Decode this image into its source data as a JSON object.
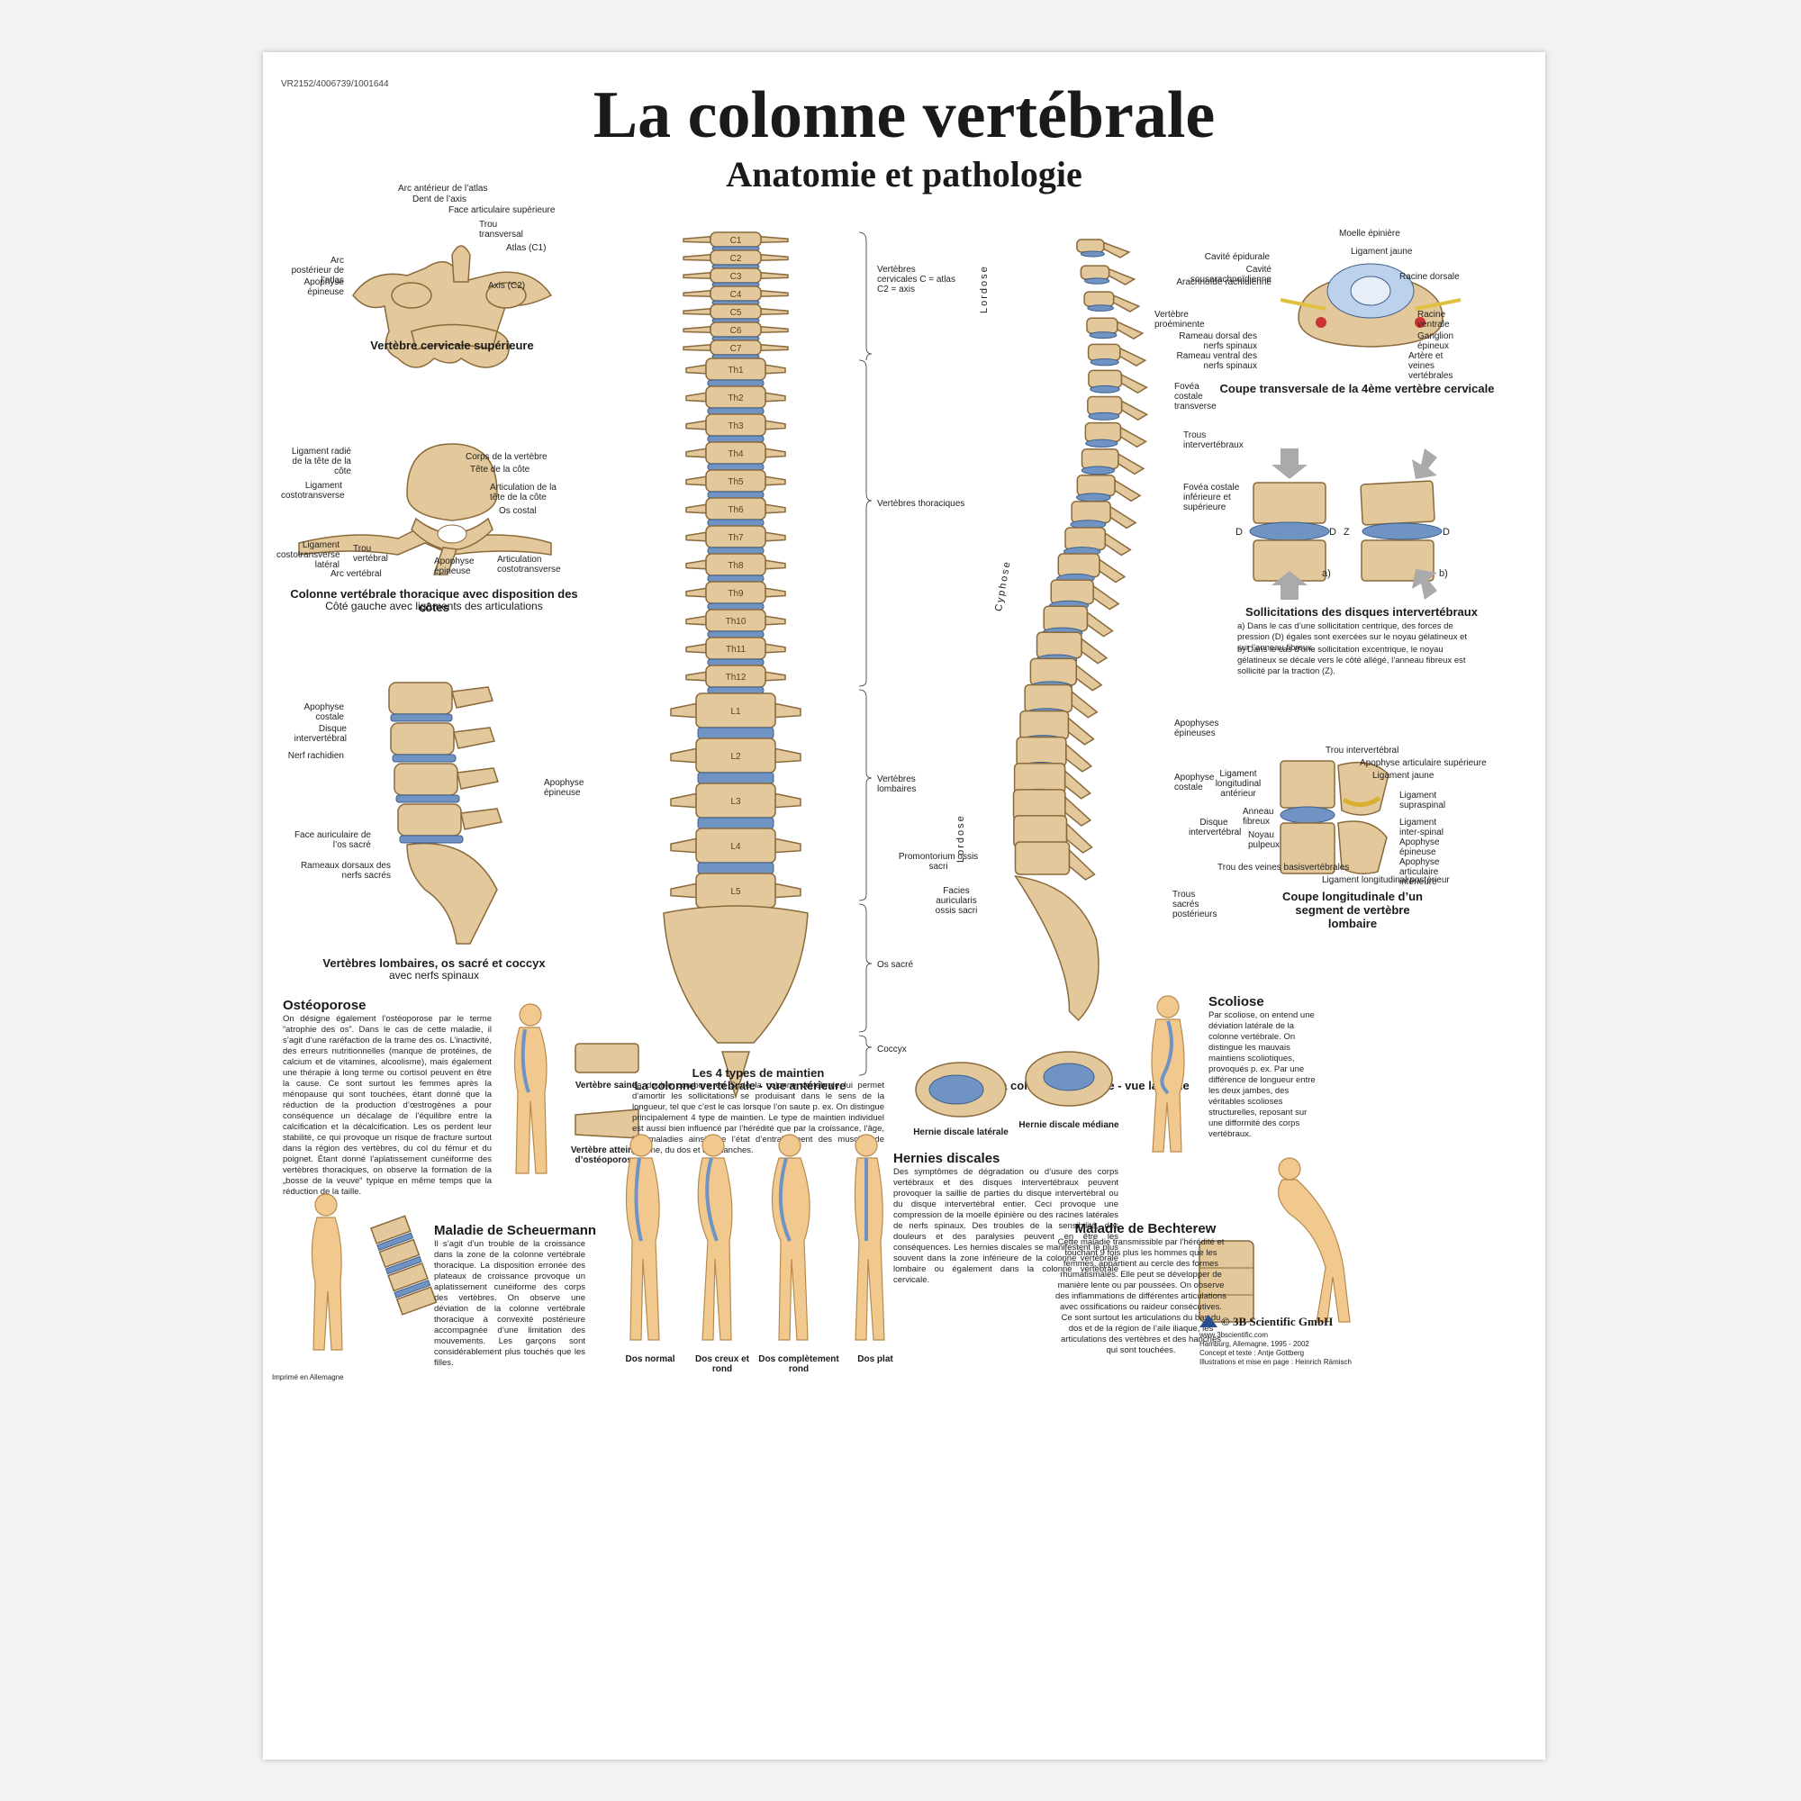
{
  "header": {
    "code": "VR2152/4006739/1001644",
    "title": "La colonne vertébrale",
    "subtitle": "Anatomie et pathologie"
  },
  "cervical": {
    "labels": [
      "Arc antérieur de l’atlas",
      "Dent de l’axis",
      "Face articulaire supérieure",
      "Trou transversal",
      "Atlas (C1)",
      "Arc postérieur de l’atlas",
      "Apophyse épineuse",
      "Axis (C2)"
    ],
    "caption": "Vertèbre cervicale supérieure"
  },
  "thoracic": {
    "labels": [
      "Ligament radié de la tête de la côte",
      "Corps de la vertèbre",
      "Tête de la côte",
      "Ligament costotransverse",
      "Articulation de la tête de la côte",
      "Os costal",
      "Ligament costotransverse latéral",
      "Trou vertébral",
      "Apophyse épineuse",
      "Articulation costotransverse",
      "Arc vertébral"
    ],
    "caption": "Colonne vertébrale thoracique avec disposition des côtes",
    "subcaption": "Côté gauche avec ligaments des articulations"
  },
  "lumbar": {
    "labels": [
      "Apophyse costale",
      "Disque intervertébral",
      "Nerf rachidien",
      "Apophyse épineuse",
      "Face auriculaire de l’os sacré",
      "Rameaux dorsaux des nerfs sacrés"
    ],
    "caption": "Vertèbres lombaires, os sacré et coccyx",
    "subcaption": "avec nerfs spinaux"
  },
  "anterior": {
    "vertebrae": [
      "C1",
      "C2",
      "C3",
      "C4",
      "C5",
      "C6",
      "C7",
      "Th1",
      "Th2",
      "Th3",
      "Th4",
      "Th5",
      "Th6",
      "Th7",
      "Th8",
      "Th9",
      "Th10",
      "Th11",
      "Th12",
      "L1",
      "L2",
      "L3",
      "L4",
      "L5"
    ],
    "regions": [
      "Vertèbres cervicales C = atlas C2 = axis",
      "Vertèbres thoraciques",
      "Vertèbres lombaires",
      "Os sacré",
      "Coccyx"
    ],
    "caption": "La colonne vertébrale - vue antérieure"
  },
  "lateral": {
    "curves": [
      "Lordose",
      "Cyphose",
      "Lordose"
    ],
    "labels": [
      "Vertèbre proéminente",
      "Fovéa costale transverse",
      "Trous intervertébraux",
      "Fovéa costale inférieure et supérieure",
      "Apophyses épineuses",
      "Apophyse costale",
      "Promontorium ossis sacri",
      "Facies auricularis ossis sacri",
      "Trous sacrés postérieurs"
    ],
    "caption": "La colonne vertébrale - vue latérale"
  },
  "transverse": {
    "labels": [
      "Moelle épinière",
      "Ligament jaune",
      "Cavité épidurale",
      "Cavité sousarachnoïdienne",
      "Racine dorsale",
      "Arachnoïde rachidienne",
      "Racine ventrale",
      "Rameau dorsal des nerfs spinaux",
      "Ganglion épineux",
      "Rameau ventral des nerfs spinaux",
      "Artère et veines vertébrales"
    ],
    "caption": "Coupe transversale de la 4ème vertèbre cervicale"
  },
  "discs": {
    "marks": [
      "D",
      "D",
      "a)",
      "Z",
      "D",
      "b)"
    ],
    "caption": "Sollicitations des disques intervertébraux",
    "items": [
      "a) Dans le cas d’une sollicitation centrique, des forces de pression (D) égales sont exercées sur le noyau gélatineux et sur l’anneau fibreux.",
      "b) Dans le cas d’une sollicitation excentrique, le noyau gélatineux se décale vers le côté allégé, l’anneau fibreux est sollicité par la traction (Z)."
    ]
  },
  "longitudinal": {
    "labels": [
      "Trou intervertébral",
      "Apophyse articulaire supérieure",
      "Ligament longitudinal antérieur",
      "Ligament jaune",
      "Ligament supraspinal",
      "Anneau fibreux",
      "Disque intervertébral",
      "Ligament inter-spinal",
      "Noyau pulpeux",
      "Apophyse épineuse",
      "Trou des veines basisvertébrales",
      "Apophyse articulaire inférieure",
      "Ligament longitudinal postérieur"
    ],
    "caption": "Coupe longitudinale d’un segment de vertèbre lombaire"
  },
  "osteoporose": {
    "title": "Ostéoporose",
    "text": "On désigne également l’ostéoporose par le terme “atrophie des os”. Dans le cas de cette maladie, il s’agit d’une raréfaction de la trame des os. L’inactivité, des erreurs nutritionnelles (manque de protéines, de calcium et de vitamines, alcoolisme), mais également une thérapie à long terme ou cortisol peuvent en être la cause. Ce sont surtout les femmes après la ménopause qui sont touchées, étant donné que la réduction de la production d’œstrogènes a pour conséquence un décalage de l’équilibre entre la calcification et la décalcification. Les os perdent leur stabilité, ce qui provoque un risque de fracture surtout dans la région des vertèbres, du col du fémur et du poignet. Étant donné l’aplatissement cunéiforme des vertèbres thoraciques, on observe la formation de la „bosse de la veuve“ typique en même temps que la réduction de la taille.",
    "healthy": "Vertèbre saine",
    "affected": "Vertèbre atteinte d’ostéoporose"
  },
  "scheuermann": {
    "title": "Maladie de Scheuermann",
    "text": "Il s’agit d’un trouble de la croissance dans la zone de la colonne vertébrale thoracique. La disposition erronée des plateaux de croissance provoque un aplatissement cunéiforme des corps des vertèbres. On observe une déviation de la colonne vertébrale thoracique à convexité postérieure accompagnée d’une limitation des mouvements. Les garçons sont considérablement plus touchés que les filles."
  },
  "postures": {
    "title": "Les 4 types de maintien",
    "text": "La double courbure en S de la colonne vertébrale lui permet d’amortir les sollicitations se produisant dans le sens de la longueur, tel que c’est le cas lorsque l’on saute p. ex. On distingue principalement 4 type de maintien. Le type de maintien individuel est aussi bien influencé par l’hérédité que par la croissance, l’âge, les maladies ainsi que l’état d’entraînement des muscles de poitrine, du dos et des hanches.",
    "labels": [
      "Dos normal",
      "Dos creux et rond",
      "Dos complètement rond",
      "Dos plat"
    ]
  },
  "hernies": {
    "lateral": "Hernie discale latérale",
    "median": "Hernie discale médiane",
    "title": "Hernies discales",
    "text": "Des symptômes de dégradation ou d’usure des corps vertébraux et des disques intervertébraux peuvent provoquer la saillie de parties du disque intervertébral ou du disque intervertébral entier. Ceci provoque une compression de la moelle épinière ou des racines latérales de nerfs spinaux. Des troubles de la sensibilité, des douleurs et des paralysies peuvent en être les conséquences. Les hernies discales se manifestent le plus souvent dans la zone inférieure de la colonne vertébrale lombaire ou également dans la colonne vertébrale cervicale."
  },
  "scoliose": {
    "title": "Scoliose",
    "text": "Par scoliose, on entend une déviation latérale de la colonne vertébrale. On distingue les mauvais maintiens scoliotiques, provoqués p. ex. Par une différence de longueur entre les deux jambes, des véritables scolioses structurelles, reposant sur une difformité des corps vertébraux."
  },
  "bechterew": {
    "title": "Maladie de Bechterew",
    "text": "Cette maladie transmissible par l’hérédité et touchant 9 fois plus les hommes que les femmes, appartient au cercle des formes rhumatismales. Elle peut se développer de manière lente ou par poussées. On observe des inflammations de différentes articulations avec ossifications ou raideur consécutives. Ce sont surtout les articulations du bas du dos et de la région de l’aile iliaque, les articulations des vertèbres et des hanches qui sont touchées."
  },
  "footer": {
    "brand": "© 3B Scientific GmbH",
    "credits": "www.3bscientific.com\nHamburg, Allemagne, 1995 - 2002\nConcept et texte : Antje Gottberg\nIllustrations et mise en page : Heinrich Rämisch",
    "printed": "Imprimé en Allemagne"
  },
  "colors": {
    "bone": "#e2c89a",
    "disc": "#6f94c4",
    "skin": "#f1c98f"
  }
}
